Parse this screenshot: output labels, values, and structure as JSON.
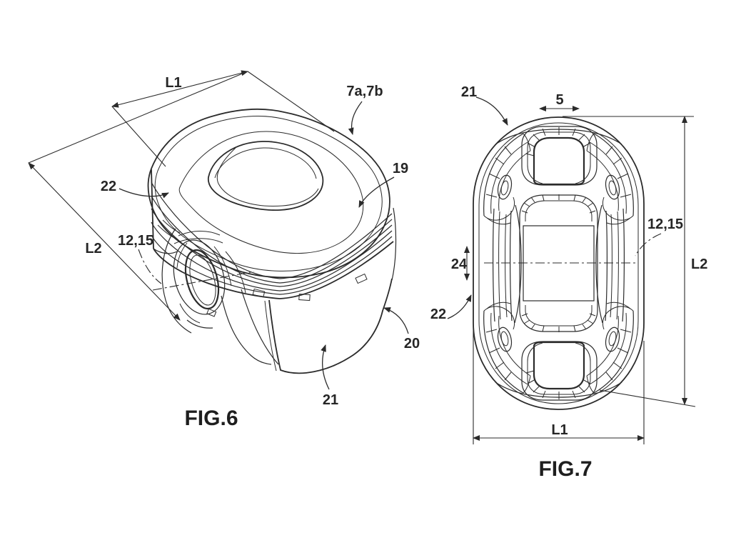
{
  "figure6": {
    "caption": "FIG.6",
    "labels": {
      "l1": "L1",
      "l2": "L2",
      "r22": "22",
      "r1215": "12,15",
      "r7a7b": "7a,7b",
      "r19": "19",
      "r20": "20",
      "r21": "21"
    }
  },
  "figure7": {
    "caption": "FIG.7",
    "labels": {
      "r21": "21",
      "d5": "5",
      "r1215": "12,15",
      "d24": "24",
      "r22": "22",
      "l2": "L2",
      "l1": "L1"
    }
  },
  "colors": {
    "line": "#2b2b2b",
    "background": "#ffffff",
    "text": "#262626"
  }
}
